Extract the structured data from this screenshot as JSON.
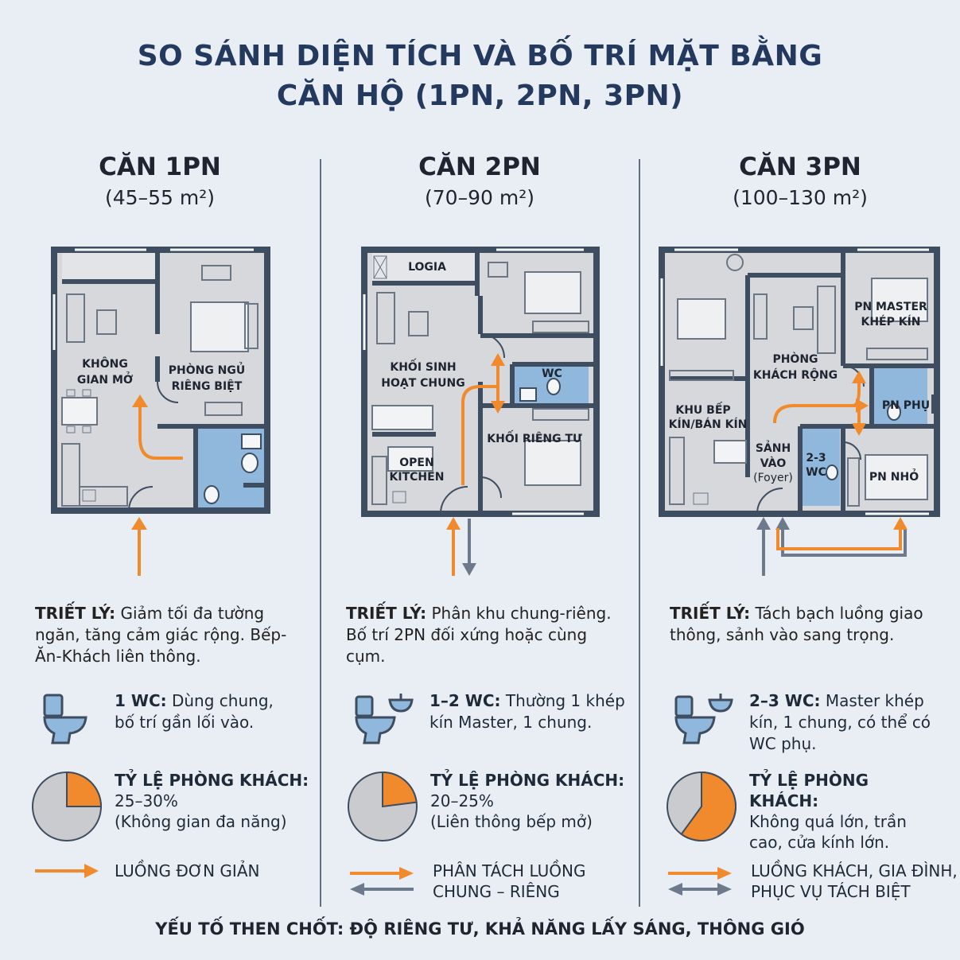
{
  "title": {
    "line1": "SO SÁNH DIỆN TÍCH VÀ BỐ TRÍ MẶT BẰNG",
    "line2": "CĂN HỘ (1PN, 2PN, 3PN)"
  },
  "columns": [
    {
      "name": "CĂN 1PN",
      "area": "(45–55 m²)",
      "rooms": {
        "living_1": "KHÔNG",
        "living_2": "GIAN MỞ",
        "bed_1": "PHÒNG NGỦ",
        "bed_2": "RIÊNG BIỆT"
      },
      "philosophy_label": "TRIẾT LÝ:",
      "philosophy_text": "Giảm tối đa tường ngăn, tăng cảm giác rộng. Bếp-Ăn-Khách liên thông.",
      "wc_label": "1 WC:",
      "wc_text": "Dùng chung, bố trí gần lối vào.",
      "ratio_label": "TỶ LỆ PHÒNG KHÁCH:",
      "ratio_value": "25–30%",
      "ratio_note": "(Không gian đa năng)",
      "ratio_fraction": 0.25,
      "legend_1": "LUỒNG ĐƠN GIẢN",
      "legend_2": ""
    },
    {
      "name": "CĂN 2PN",
      "area": "(70–90 m²)",
      "rooms": {
        "logia": "LOGIA",
        "common_1": "KHỐI SINH",
        "common_2": "HOẠT CHUNG",
        "wc": "WC",
        "private": "KHỐI RIÊNG TƯ",
        "kitchen_1": "OPEN",
        "kitchen_2": "KITCHEN"
      },
      "philosophy_label": "TRIẾT LÝ:",
      "philosophy_text": "Phân khu chung-riêng. Bố trí 2PN đối xứng hoặc cùng cụm.",
      "wc_label": "1–2 WC:",
      "wc_text": "Thường 1 khép kín Master, 1 chung.",
      "ratio_label": "TỶ LỆ PHÒNG KHÁCH:",
      "ratio_value": "20–25%",
      "ratio_note": "(Liên thông bếp mở)",
      "ratio_fraction": 0.23,
      "legend_1": "PHÂN TÁCH LUỒNG",
      "legend_2": "CHUNG – RIÊNG"
    },
    {
      "name": "CĂN 3PN",
      "area": "(100–130 m²)",
      "rooms": {
        "master_1": "PN MASTER",
        "master_2": "KHÉP KÍN",
        "living_1": "PHÒNG",
        "living_2": "KHÁCH RỘNG",
        "kitchen_1": "KHU BẾP",
        "kitchen_2": "KÍN/BÁN KÍN",
        "sub": "PN PHỤ",
        "foyer_1": "SẢNH",
        "foyer_2": "VÀO",
        "foyer_3": "(Foyer)",
        "wc_1": "2-3",
        "wc_2": "WC",
        "small": "PN NHỎ"
      },
      "philosophy_label": "TRIẾT LÝ:",
      "philosophy_text": "Tách bạch luồng giao thông, sảnh vào sang trọng.",
      "wc_label": "2–3 WC:",
      "wc_text": "Master khép kín, 1 chung, có thể có WC phụ.",
      "ratio_label": "TỶ LỆ PHÒNG KHÁCH:",
      "ratio_value": "",
      "ratio_note": "Không quá lớn, trần cao, cửa kính lớn.",
      "ratio_fraction": 0.6,
      "legend_1": "LUỒNG KHÁCH, GIA ĐÌNH,",
      "legend_2": "PHỤC VỤ TÁCH BIỆT"
    }
  ],
  "footer": "YẾU TỐ THEN CHỐT: ĐỘ RIÊNG TƯ, KHẢ NĂNG LẤY SÁNG, THÔNG GIÓ",
  "colors": {
    "orange": "#f08a2c",
    "grey_arrow": "#6d7a8c",
    "wall": "#3f4d60",
    "floor": "#d3d6da",
    "wc_blue": "#8fb8dc",
    "title": "#233a5e"
  }
}
